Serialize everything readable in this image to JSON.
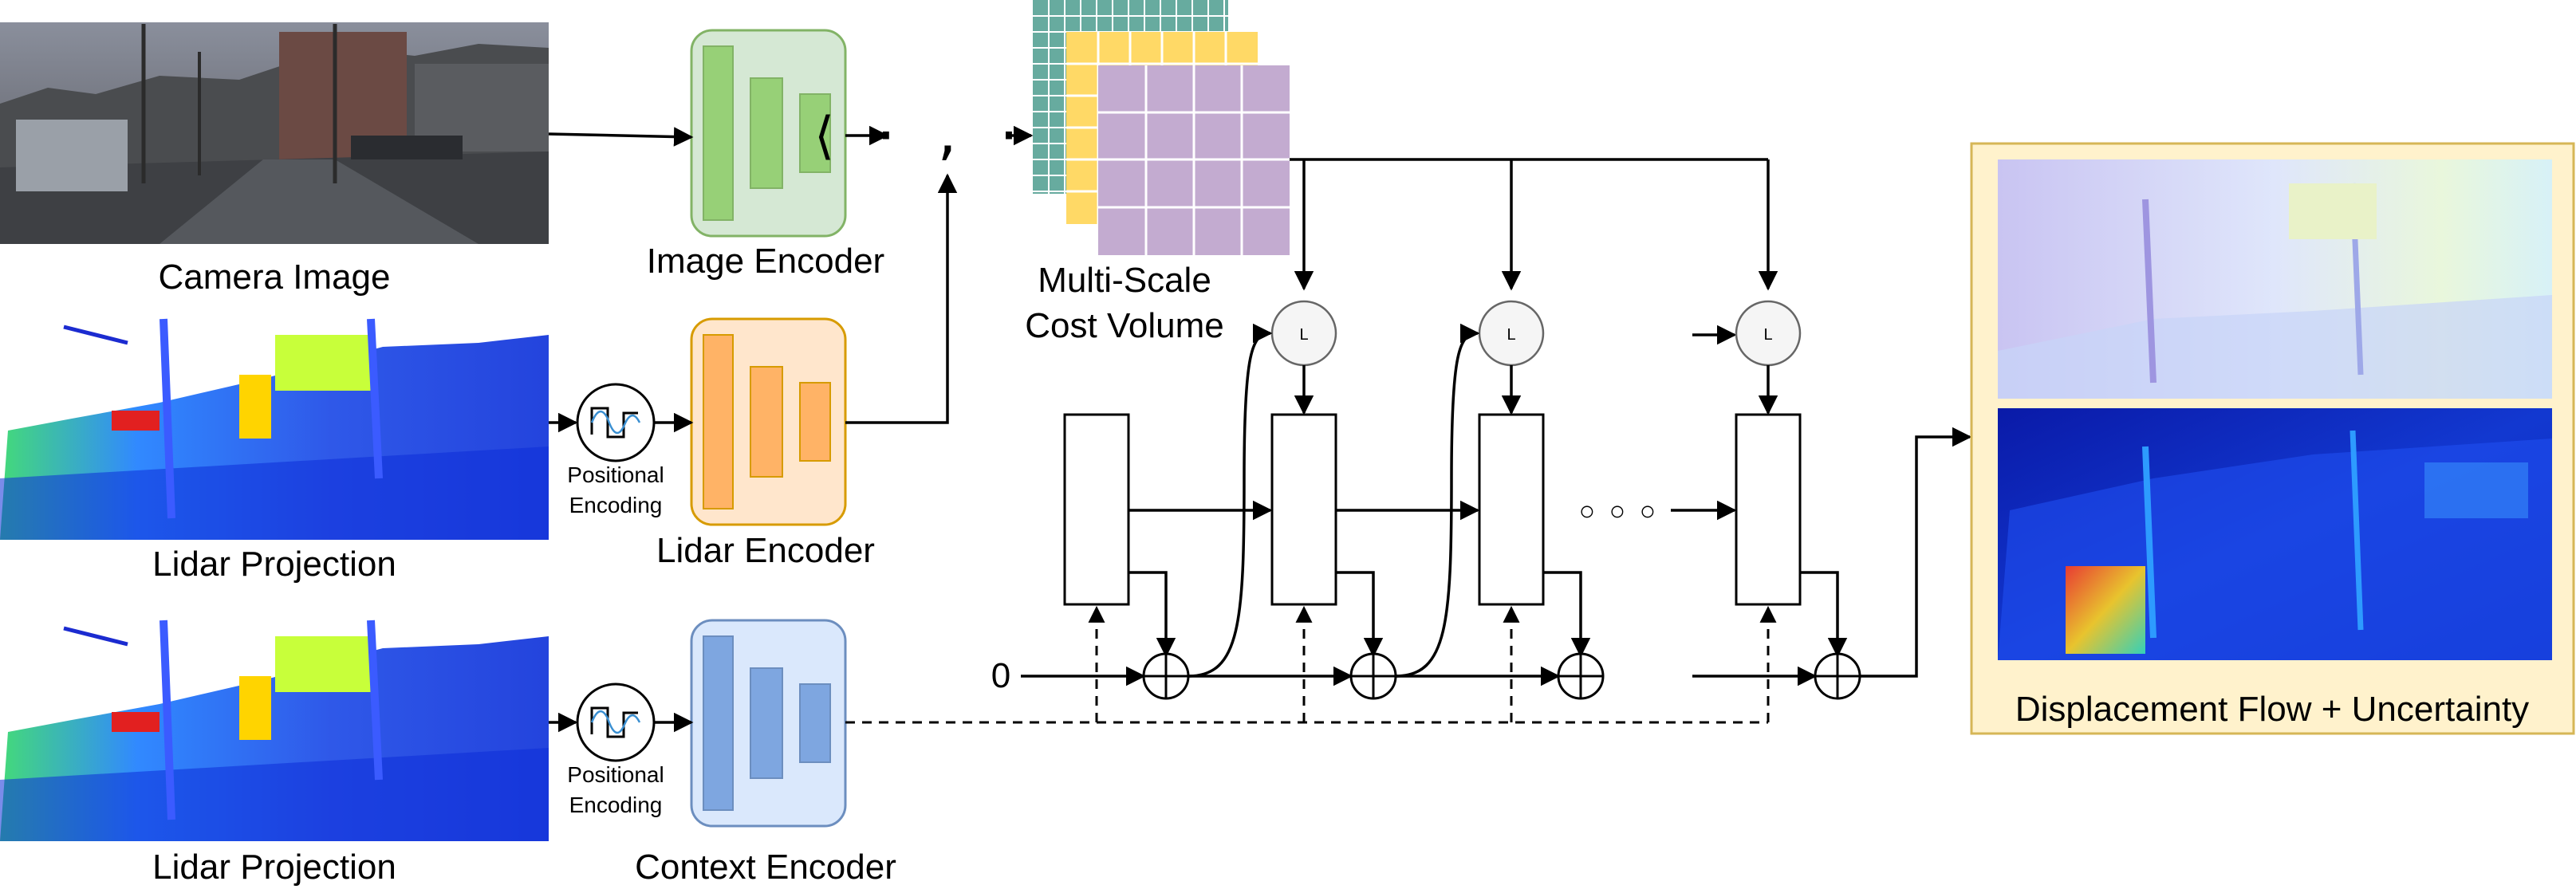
{
  "inputs": {
    "camera_label": "Camera Image",
    "lidar_label_1": "Lidar Projection",
    "lidar_label_2": "Lidar Projection"
  },
  "encoders": {
    "image": "Image Encoder",
    "lidar": "Lidar Encoder",
    "context": "Context Encoder"
  },
  "positional_encoding": {
    "label_1_line1": "Positional",
    "label_1_line2": "Encoding",
    "label_2_line1": "Positional",
    "label_2_line2": "Encoding"
  },
  "correlation_symbol": "⟨ · , · ⟩",
  "cost_volume": {
    "line1": "Multi-Scale",
    "line2": "Cost Volume"
  },
  "lookup_label": "L",
  "initial_value": "0",
  "ellipsis": "○ ○ ○",
  "output_label": "Displacement Flow + Uncertainty",
  "colors": {
    "image_encoder_fill": "#d5e8d4",
    "image_encoder_stroke": "#82b366",
    "image_encoder_block": "#97d077",
    "lidar_encoder_fill": "#ffe6cc",
    "lidar_encoder_stroke": "#d79b00",
    "lidar_encoder_block": "#ffb366",
    "context_encoder_fill": "#dae8fc",
    "context_encoder_stroke": "#6c8ebf",
    "context_encoder_block": "#7ea6e0",
    "cost_grid_teal": "#67ab9f",
    "cost_grid_yellow": "#ffd966",
    "cost_grid_purple": "#c3abd0",
    "output_panel_fill": "#fff2cc",
    "output_panel_stroke": "#d6b656"
  }
}
